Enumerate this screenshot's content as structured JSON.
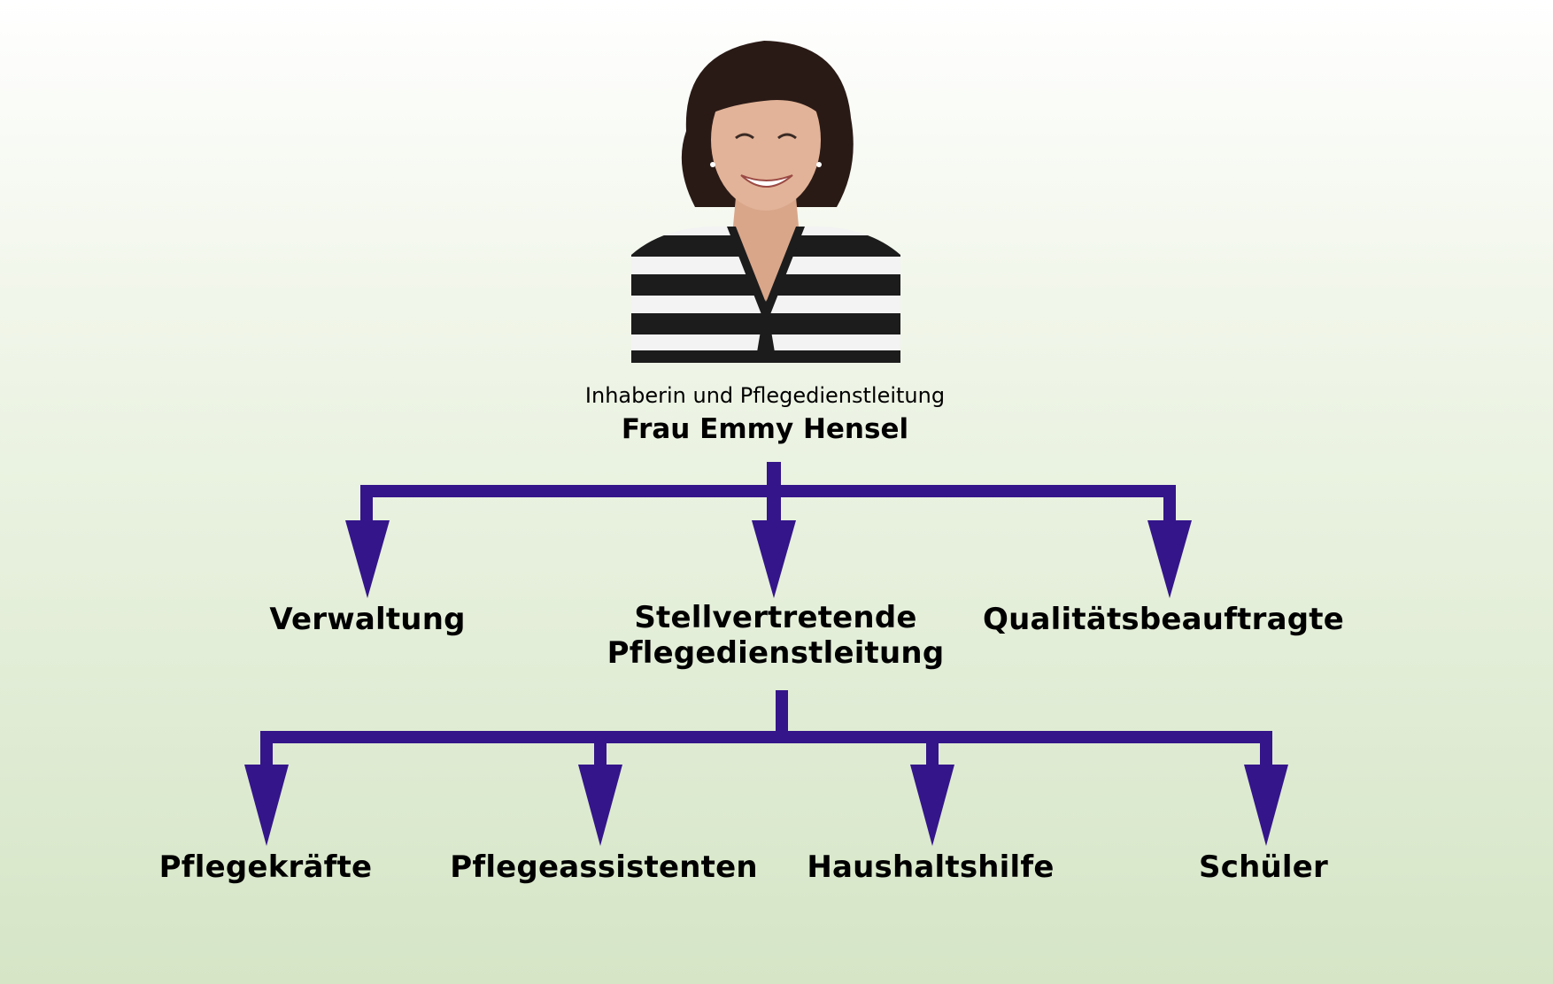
{
  "owner": {
    "role": "Inhaberin und Pflegedienstleitung",
    "name": "Frau Emmy Hensel"
  },
  "level2": [
    {
      "label": "Verwaltung"
    },
    {
      "label": "Stellvertretende\nPflegedienstleitung"
    },
    {
      "label": "Qualitätsbeauftragte"
    }
  ],
  "level3": [
    {
      "label": "Pflegekräfte"
    },
    {
      "label": "Pflegeassistenten"
    },
    {
      "label": "Haushaltshilfe"
    },
    {
      "label": "Schüler"
    }
  ],
  "colors": {
    "connector": "#34158a"
  }
}
